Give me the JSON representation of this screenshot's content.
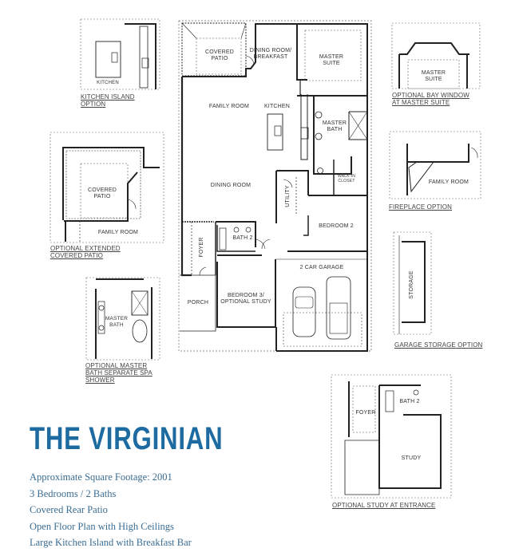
{
  "plan": {
    "title": "THE VIRGINIAN",
    "features": [
      "Approximate Square Footage: 2001",
      "3 Bedrooms / 2 Baths",
      "Covered Rear Patio",
      "Open Floor Plan with High Ceilings",
      "Large Kitchen Island with Breakfast Bar"
    ],
    "colors": {
      "title": "#1d6ba1",
      "features": "#3a6d93",
      "walls": "#222222"
    }
  },
  "main_plan": {
    "rooms": {
      "covered_patio": [
        "COVERED",
        "PATIO"
      ],
      "dining_breakfast": [
        "DINING ROOM/",
        "BREAKFAST"
      ],
      "master_suite": [
        "MASTER",
        "SUITE"
      ],
      "family_room": "FAMILY ROOM",
      "kitchen": "KITCHEN",
      "master_bath": [
        "MASTER",
        "BATH"
      ],
      "walk_in_closet": [
        "WALK-IN",
        "CLOSET"
      ],
      "dining_room": "DINING ROOM",
      "utility": "UTILITY",
      "bedroom2": "BEDROOM 2",
      "bath2": "BATH 2",
      "foyer": "FOYER",
      "two_car_garage": "2 CAR GARAGE",
      "bedroom3": [
        "BEDROOM 3/",
        "OPTIONAL STUDY"
      ],
      "porch": "PORCH"
    }
  },
  "options": {
    "kitchen_island": {
      "caption": [
        "KITCHEN ISLAND",
        "OPTION"
      ],
      "room": "KITCHEN"
    },
    "extended_patio": {
      "caption": [
        "OPTIONAL EXTENDED",
        "COVERED PATIO"
      ],
      "rooms": {
        "patio": [
          "COVERED",
          "PATIO"
        ],
        "family": "FAMILY ROOM"
      }
    },
    "spa_shower": {
      "caption": [
        "OPTIONAL MASTER",
        "BATH SEPARATE SPA",
        "SHOWER"
      ],
      "room": [
        "MASTER",
        "BATH"
      ]
    },
    "bay_window": {
      "caption": [
        "OPTIONAL BAY WINDOW",
        "AT MASTER SUITE"
      ],
      "room": [
        "MASTER",
        "SUITE"
      ]
    },
    "fireplace": {
      "caption": [
        "FIREPLACE OPTION"
      ],
      "room": "FAMILY ROOM"
    },
    "garage_storage": {
      "caption": [
        "GARAGE STORAGE OPTION"
      ],
      "room": "STORAGE"
    },
    "study_entrance": {
      "caption": [
        "OPTIONAL STUDY AT ENTRANCE"
      ],
      "rooms": {
        "foyer": "FOYER",
        "bath": "BATH 2",
        "study": "STUDY"
      }
    }
  }
}
